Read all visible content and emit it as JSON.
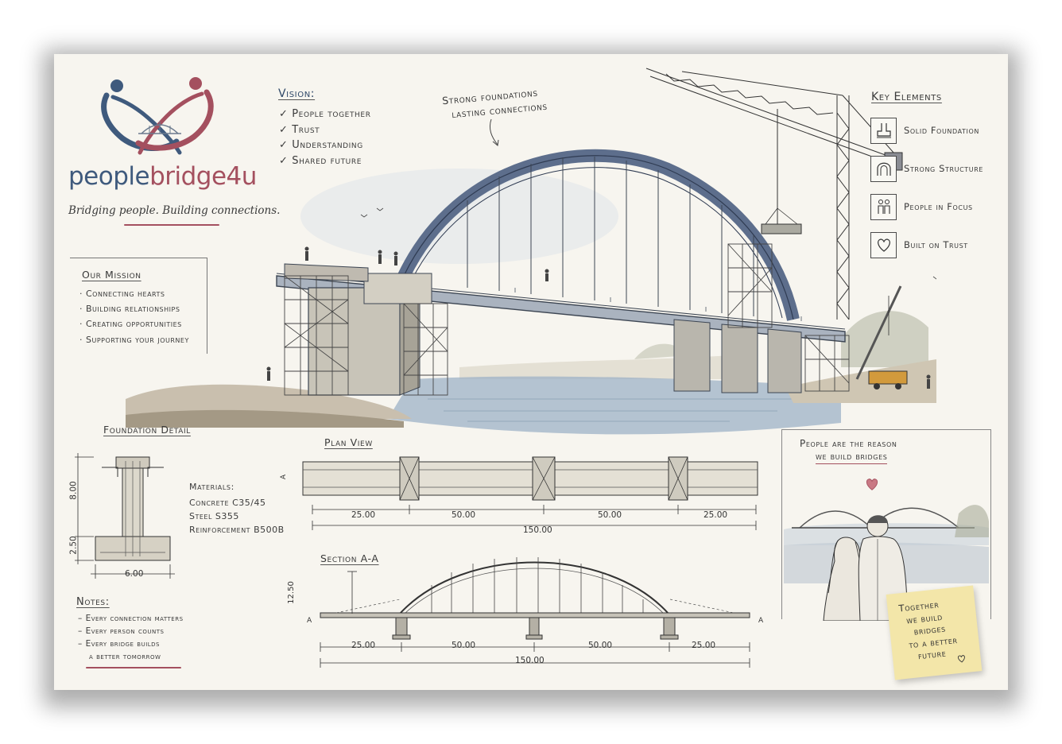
{
  "brand": {
    "name_part1": "people",
    "name_part2": "bridge4u",
    "tagline": "Bridging people. Building connections.",
    "colors": {
      "blue": "#3f5a7d",
      "red": "#a4505f"
    }
  },
  "vision": {
    "title": "Vision:",
    "items": [
      "People together",
      "Trust",
      "Understanding",
      "Shared future"
    ]
  },
  "annotation": {
    "line1": "Strong foundations",
    "line2": "lasting connections"
  },
  "mission": {
    "title": "Our Mission",
    "items": [
      "Connecting hearts",
      "Building relationships",
      "Creating opportunities",
      "Supporting your journey"
    ]
  },
  "key_elements": {
    "title": "Key Elements",
    "items": [
      {
        "label": "Solid Foundation",
        "icon": "foundation-icon"
      },
      {
        "label": "Strong Structure",
        "icon": "arch-icon"
      },
      {
        "label": "People in Focus",
        "icon": "people-icon"
      },
      {
        "label": "Built on Trust",
        "icon": "heart-icon"
      }
    ]
  },
  "foundation": {
    "title": "Foundation Detail",
    "dim_height_upper": "8.00",
    "dim_height_lower": "2.50",
    "dim_width": "6.00",
    "materials_title": "Materials:",
    "materials": [
      "Concrete C35/45",
      "Steel S355",
      "Reinforcement B500B"
    ]
  },
  "plan": {
    "title": "Plan View",
    "section_marker": "A",
    "spans": [
      "25.00",
      "50.00",
      "50.00",
      "25.00"
    ],
    "total": "150.00"
  },
  "section": {
    "title": "Section A-A",
    "height": "12.50",
    "section_marker": "A",
    "spans": [
      "25.00",
      "50.00",
      "50.00",
      "25.00"
    ],
    "total": "150.00"
  },
  "notes": {
    "title": "Notes:",
    "items": [
      "– Every connection matters",
      "– Every person counts",
      "– Every bridge builds",
      "a better tomorrow"
    ]
  },
  "people_panel": {
    "line1": "People are the reason",
    "line2": "we build bridges"
  },
  "sticky_note": {
    "lines": [
      "Together",
      "we build",
      "bridges",
      "to a better",
      "future"
    ]
  }
}
